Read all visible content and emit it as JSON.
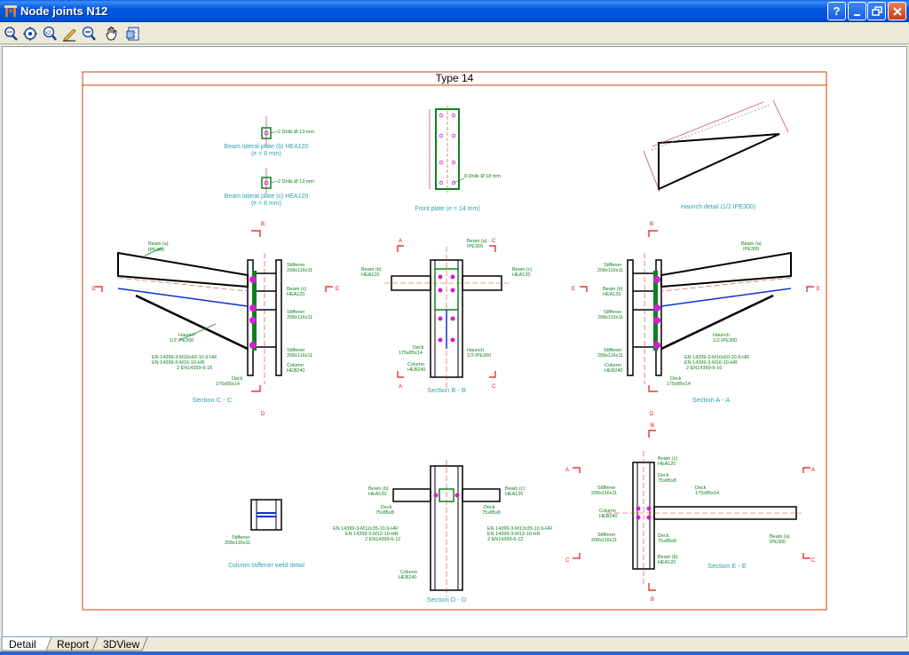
{
  "window": {
    "title": "Node joints N12",
    "help_label": "?"
  },
  "toolbar": {
    "tools": [
      "zoom-window-icon",
      "zoom-all-icon",
      "zoom-x2-icon",
      "pencil-icon",
      "zoom-out-icon",
      "pan-hand-icon",
      "print-preview-icon"
    ],
    "zoom_x2_label": "x2"
  },
  "drawing": {
    "frame_title": "Type 14",
    "details": {
      "plate_b_holes": "2 Drills Ø 13 mm",
      "plate_b_title": "Beam lateral plate (b) HEA120",
      "plate_b_thick": "(e = 8 mm)",
      "plate_c_holes": "2 Drills Ø 13 mm",
      "plate_c_title": "Beam lateral plate (c) HEA120",
      "plate_c_thick": "(e = 8 mm)",
      "front_plate_holes": "8 Drills Ø 18 mm",
      "front_plate_title": "Front plate (e = 14 mm)",
      "haunch_title": "Haunch detail (1/2 IPE300)",
      "column_stiffener_title": "Column stiffener weld detail"
    },
    "sections": {
      "cc": "Section C - C",
      "bb": "Section B - B",
      "aa": "Section A - A",
      "dd": "Section D - D",
      "ee": "Section E - E"
    },
    "labels": {
      "beam_a": "Beam (a)",
      "ipe300": "IPE300",
      "beam_b": "Beam (b)",
      "beam_c": "Beam (c)",
      "hea120": "HEA120",
      "stiffener": "Stiffener",
      "stiff_dim": "208x116x11",
      "haunch": "Haunch",
      "haunch_dim": "1/2 IPE300",
      "column": "Column",
      "heb240": "HEB240",
      "deck": "Deck",
      "deck_dim_cc": "175x85x14",
      "deck_dim_d": "75x85x8",
      "bolt_cc_1": "EN 14399-3-M16x60-10.9-HR",
      "bolt_cc_2": "EN 14399-3-M16-10-HR",
      "bolt_cc_3": "2 EN14399-6-16",
      "bolt_d_1": "EN 14399-3-M12x35-10.9-HR",
      "bolt_d_2": "EN 14399-3-M12-10-HR",
      "bolt_d_3": "2 EN14399-6-12",
      "cut_a": "A",
      "cut_b": "B",
      "cut_c": "C",
      "cut_d": "D",
      "cut_e": "E"
    }
  },
  "tabs": [
    "Detail",
    "Report",
    "3DView"
  ],
  "colors": {
    "frame": "#D04010",
    "steel": "#000000",
    "annotation": "#2FA0B0",
    "label_green": "#108020",
    "weld_blue": "#1030D0",
    "bolt_magenta": "#D020D0",
    "section_marker": "#E01010",
    "dimension": "#C01060"
  }
}
